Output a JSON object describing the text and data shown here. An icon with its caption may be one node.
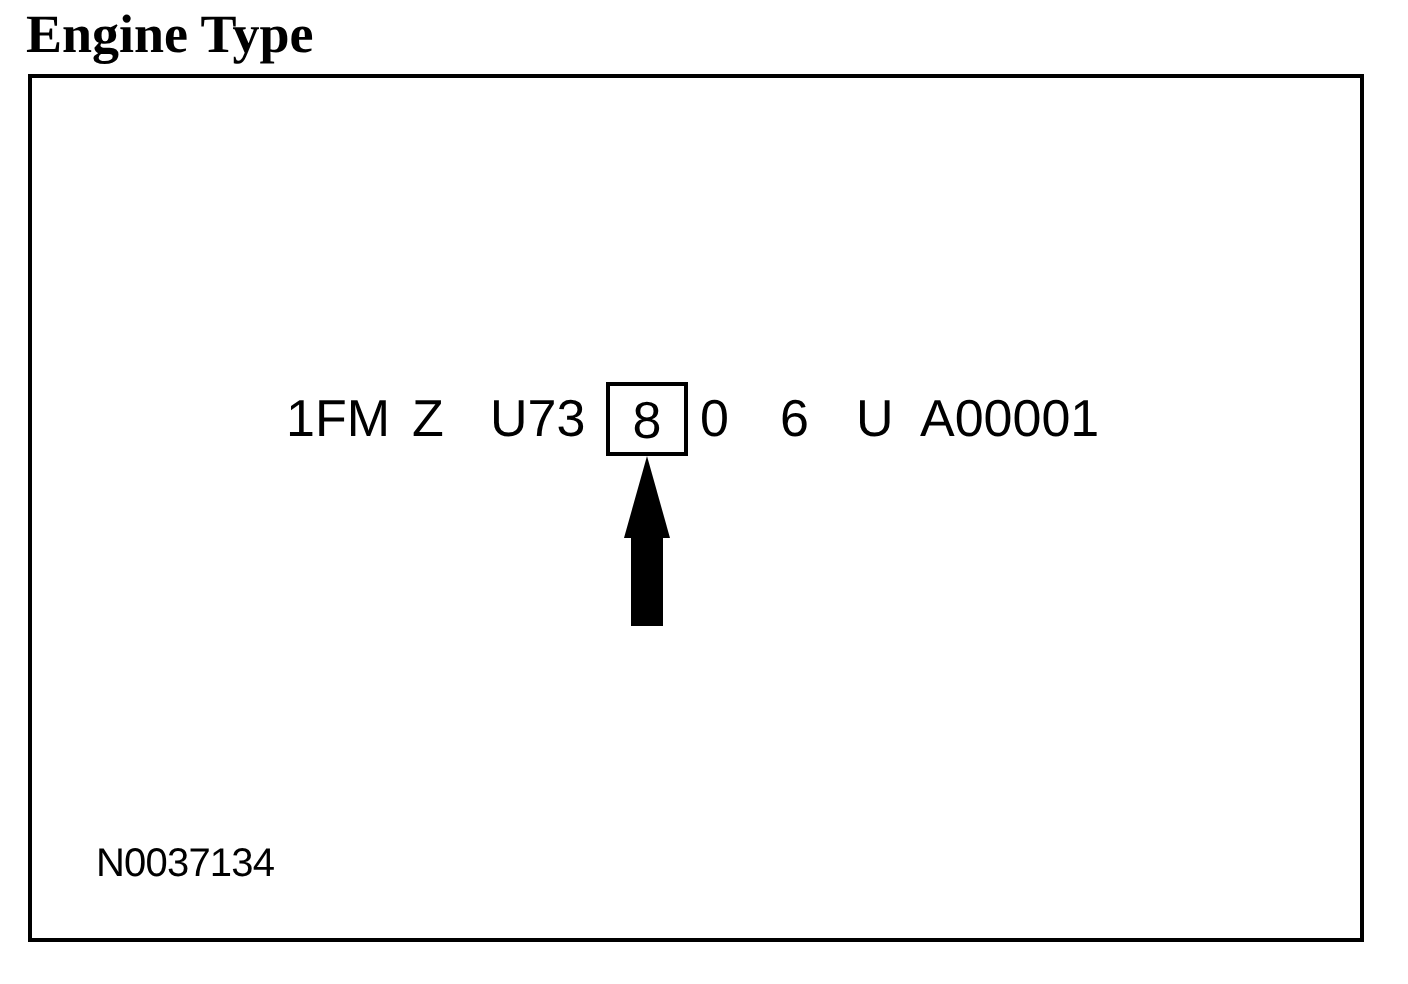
{
  "diagram": {
    "nodes": [
      {
        "text": [
          "Engine Type"
        ]
      },
      {
        "text": [
          "8"
        ],
        "in": 0
      }
    ],
    "edges": [
      {
        "from": null,
        "to": 1,
        "arrow": "to"
      }
    ],
    "labels": [
      "1FM",
      "Z",
      "U73",
      "0",
      "6",
      "U",
      "A00001",
      "N0037134"
    ]
  }
}
